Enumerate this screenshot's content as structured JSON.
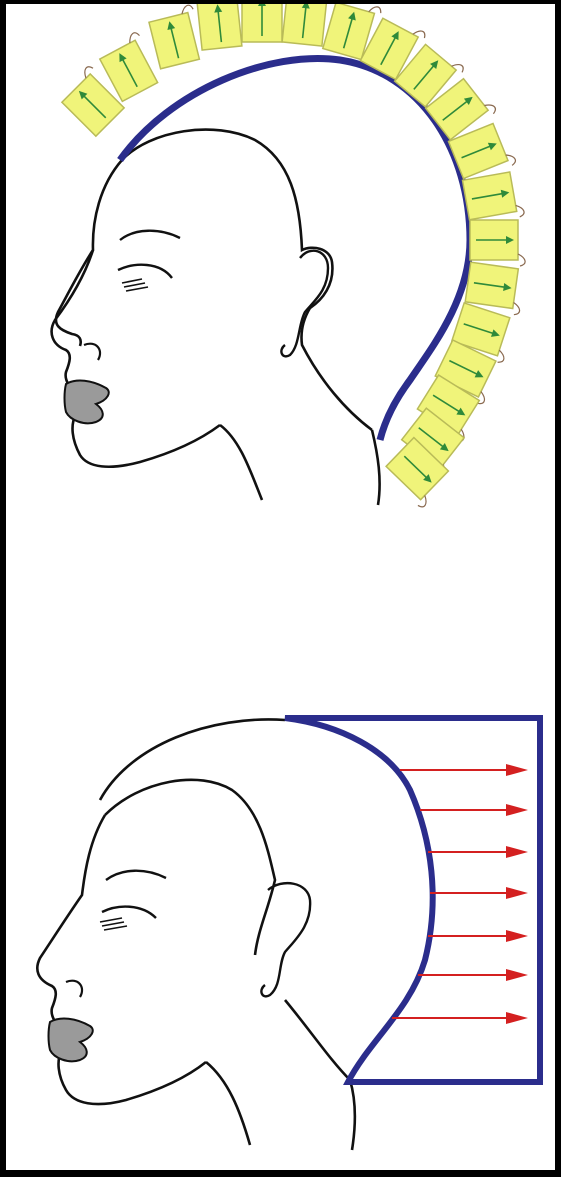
{
  "colors": {
    "background": "#000000",
    "panel": "#ffffff",
    "outline": "#111111",
    "guideline": "#2b2d8c",
    "section_fill": "#f0f47a",
    "section_edge": "#b9bb58",
    "section_arrow": "#2f8a3a",
    "projection_arrow": "#d42020",
    "lips": "#9a9a9a"
  },
  "diagrams": [
    {
      "name": "radial-sectioning",
      "sections": 19,
      "arrow_style": "radial-outward"
    },
    {
      "name": "parallel-projection",
      "arrows": 7,
      "arrow_style": "horizontal-parallel"
    }
  ]
}
